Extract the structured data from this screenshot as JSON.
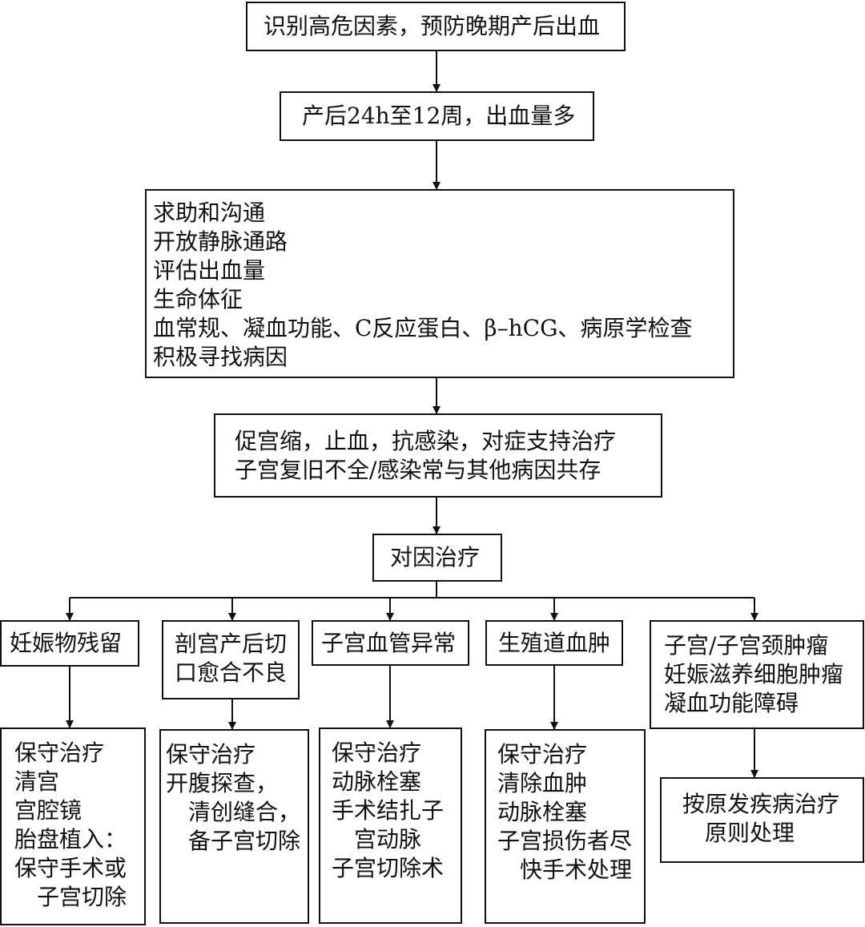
{
  "flow": {
    "step1": "识别高危因素，预防晚期产后出血",
    "step2": "产后24h至12周，出血量多",
    "step3": [
      "求助和沟通",
      "开放静脉通路",
      "评估出血量",
      "生命体征",
      "血常规、凝血功能、C反应蛋白、β–hCG、病原学检查",
      "积极寻找病因"
    ],
    "step4": [
      "促宫缩，止血，抗感染，对症支持治疗",
      "子宫复旧不全/感染常与其他病因共存"
    ],
    "step5": "对因治疗"
  },
  "causes": [
    {
      "title": [
        "妊娠物残留"
      ],
      "actions": [
        "保守治疗",
        "清宫",
        "宫腔镜",
        "胎盘植入：",
        "保守手术或",
        "子宫切除"
      ]
    },
    {
      "title": [
        "剖宫产后切",
        "口愈合不良"
      ],
      "actions": [
        "保守治疗",
        "开腹探查，",
        "清创缝合，",
        "备子宫切除"
      ]
    },
    {
      "title": [
        "子宫血管异常"
      ],
      "actions": [
        "保守治疗",
        "动脉栓塞",
        "手术结扎子",
        "宫动脉",
        "子宫切除术"
      ]
    },
    {
      "title": [
        "生殖道血肿"
      ],
      "actions": [
        "保守治疗",
        "清除血肿",
        "动脉栓塞",
        "子宫损伤者尽",
        "快手术处理"
      ]
    },
    {
      "title": [
        "子宫/子宫颈肿瘤",
        "妊娠滋养细胞肿瘤",
        "凝血功能障碍"
      ],
      "actions": [
        "按原发疾病治疗",
        "原则处理"
      ]
    }
  ]
}
